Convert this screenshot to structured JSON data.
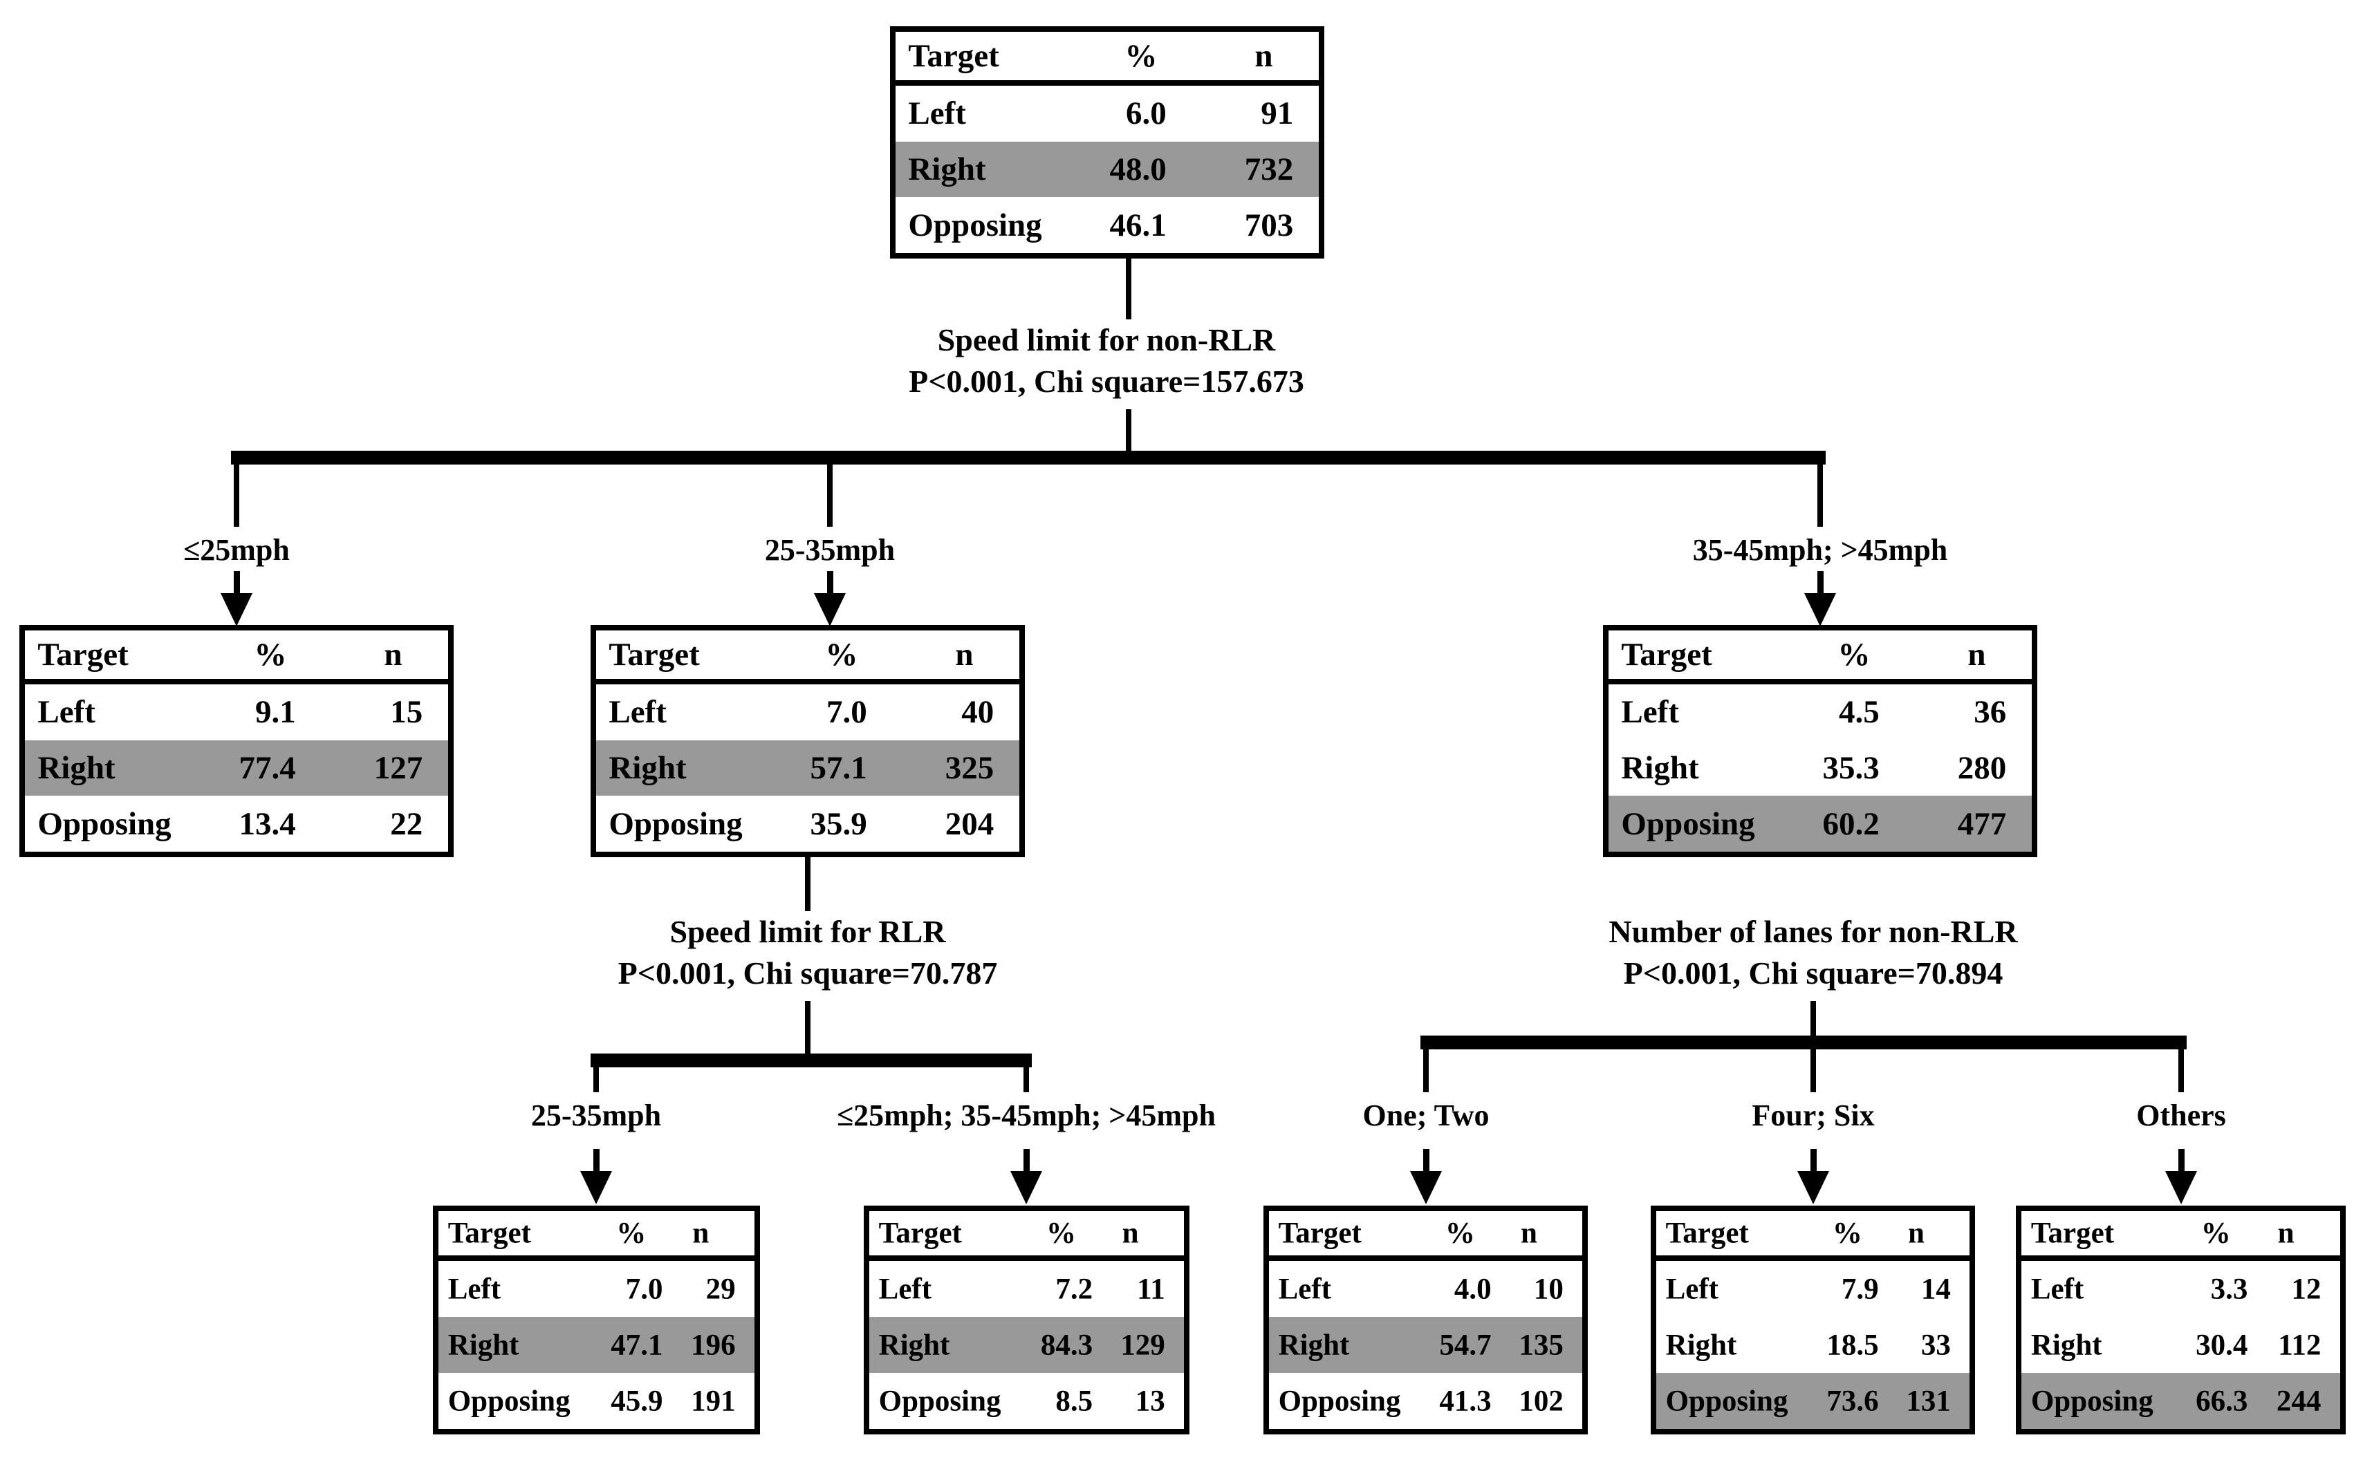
{
  "figure": {
    "background": "#ffffff",
    "line_color": "#000000",
    "highlight_color": "#999999",
    "columns": [
      "Target",
      "%",
      "n"
    ],
    "nodes": [
      {
        "id": "root",
        "rows": [
          {
            "label": "Left",
            "pct": "6.0",
            "n": "91"
          },
          {
            "label": "Right",
            "pct": "48.0",
            "n": "732"
          },
          {
            "label": "Opposing",
            "pct": "46.1",
            "n": "703"
          }
        ],
        "highlighted": "Right"
      },
      {
        "id": "speed-le25",
        "rows": [
          {
            "label": "Left",
            "pct": "9.1",
            "n": "15"
          },
          {
            "label": "Right",
            "pct": "77.4",
            "n": "127"
          },
          {
            "label": "Opposing",
            "pct": "13.4",
            "n": "22"
          }
        ],
        "highlighted": "Right"
      },
      {
        "id": "speed-25-35",
        "rows": [
          {
            "label": "Left",
            "pct": "7.0",
            "n": "40"
          },
          {
            "label": "Right",
            "pct": "57.1",
            "n": "325"
          },
          {
            "label": "Opposing",
            "pct": "35.9",
            "n": "204"
          }
        ],
        "highlighted": "Right"
      },
      {
        "id": "speed-35-45-gt45",
        "rows": [
          {
            "label": "Left",
            "pct": "4.5",
            "n": "36"
          },
          {
            "label": "Right",
            "pct": "35.3",
            "n": "280"
          },
          {
            "label": "Opposing",
            "pct": "60.2",
            "n": "477"
          }
        ],
        "highlighted": "Opposing"
      },
      {
        "id": "rlr-25-35",
        "rows": [
          {
            "label": "Left",
            "pct": "7.0",
            "n": "29"
          },
          {
            "label": "Right",
            "pct": "47.1",
            "n": "196"
          },
          {
            "label": "Opposing",
            "pct": "45.9",
            "n": "191"
          }
        ],
        "highlighted": "Right"
      },
      {
        "id": "rlr-le25-35-45-gt45",
        "rows": [
          {
            "label": "Left",
            "pct": "7.2",
            "n": "11"
          },
          {
            "label": "Right",
            "pct": "84.3",
            "n": "129"
          },
          {
            "label": "Opposing",
            "pct": "8.5",
            "n": "13"
          }
        ],
        "highlighted": "Right"
      },
      {
        "id": "lanes-one-two",
        "rows": [
          {
            "label": "Left",
            "pct": "4.0",
            "n": "10"
          },
          {
            "label": "Right",
            "pct": "54.7",
            "n": "135"
          },
          {
            "label": "Opposing",
            "pct": "41.3",
            "n": "102"
          }
        ],
        "highlighted": "Right"
      },
      {
        "id": "lanes-four-six",
        "rows": [
          {
            "label": "Left",
            "pct": "7.9",
            "n": "14"
          },
          {
            "label": "Right",
            "pct": "18.5",
            "n": "33"
          },
          {
            "label": "Opposing",
            "pct": "73.6",
            "n": "131"
          }
        ],
        "highlighted": "Opposing"
      },
      {
        "id": "lanes-others",
        "rows": [
          {
            "label": "Left",
            "pct": "3.3",
            "n": "12"
          },
          {
            "label": "Right",
            "pct": "30.4",
            "n": "112"
          },
          {
            "label": "Opposing",
            "pct": "66.3",
            "n": "244"
          }
        ],
        "highlighted": "Opposing"
      }
    ],
    "splits": [
      {
        "line1": "Speed limit  for non-RLR",
        "line2": "P<0.001, Chi square=157.673"
      },
      {
        "line1": "Speed limit  for RLR",
        "line2": "P<0.001, Chi square=70.787"
      },
      {
        "line1": "Number of lanes for non-RLR",
        "line2": "P<0.001, Chi square=70.894"
      }
    ],
    "branch_labels": [
      "≤25mph",
      "25-35mph",
      "35-45mph; >45mph",
      "25-35mph",
      "≤25mph; 35-45mph; >45mph",
      "One; Two",
      "Four; Six",
      "Others"
    ]
  }
}
